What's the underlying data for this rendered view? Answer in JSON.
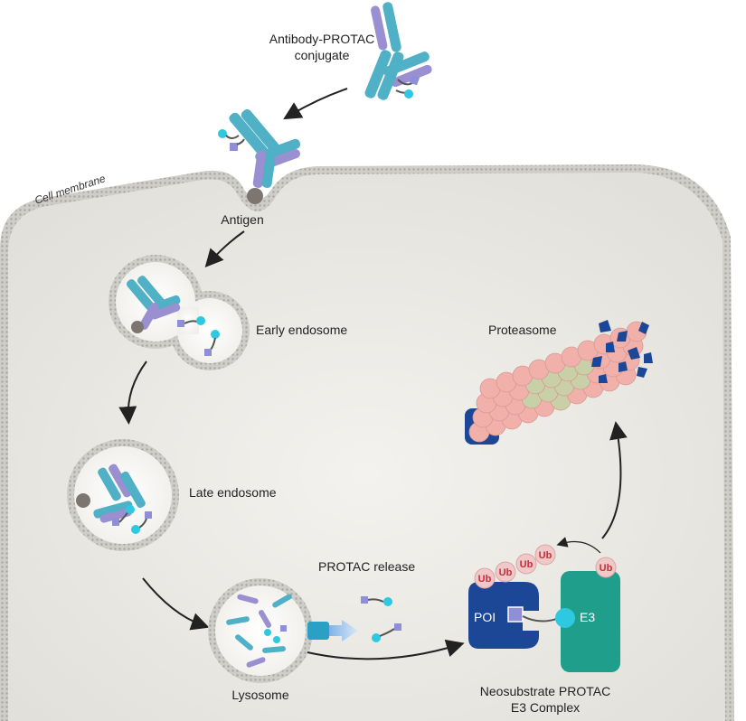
{
  "labels": {
    "conjugate_line1": "Antibody-PROTAC",
    "conjugate_line2": "conjugate",
    "cell_membrane": "Cell membrane",
    "antigen": "Antigen",
    "early_endosome": "Early endosome",
    "late_endosome": "Late endosome",
    "lysosome": "Lysosome",
    "protac_release": "PROTAC release",
    "proteasome": "Proteasome",
    "poi": "POI",
    "e3": "E3",
    "ub": "Ub",
    "complex_line1": "Neosubstrate PROTAC",
    "complex_line2": "E3 Complex"
  },
  "colors": {
    "heavy_chain": "#4fb0c6",
    "light_chain": "#9a8fd0",
    "antigen": "#7d7570",
    "payload_square": "#8f8fd8",
    "payload_circle": "#2ec8e0",
    "cytoplasm": "#ebe9e4",
    "membrane": "#c9c7c2",
    "poi": "#1c4696",
    "e3": "#1f9e8c",
    "proteasome_pink": "#f2b0aa",
    "proteasome_green": "#c9d0a8",
    "fragments": "#1c4696",
    "ubiquitin": "#f0c8c8"
  }
}
